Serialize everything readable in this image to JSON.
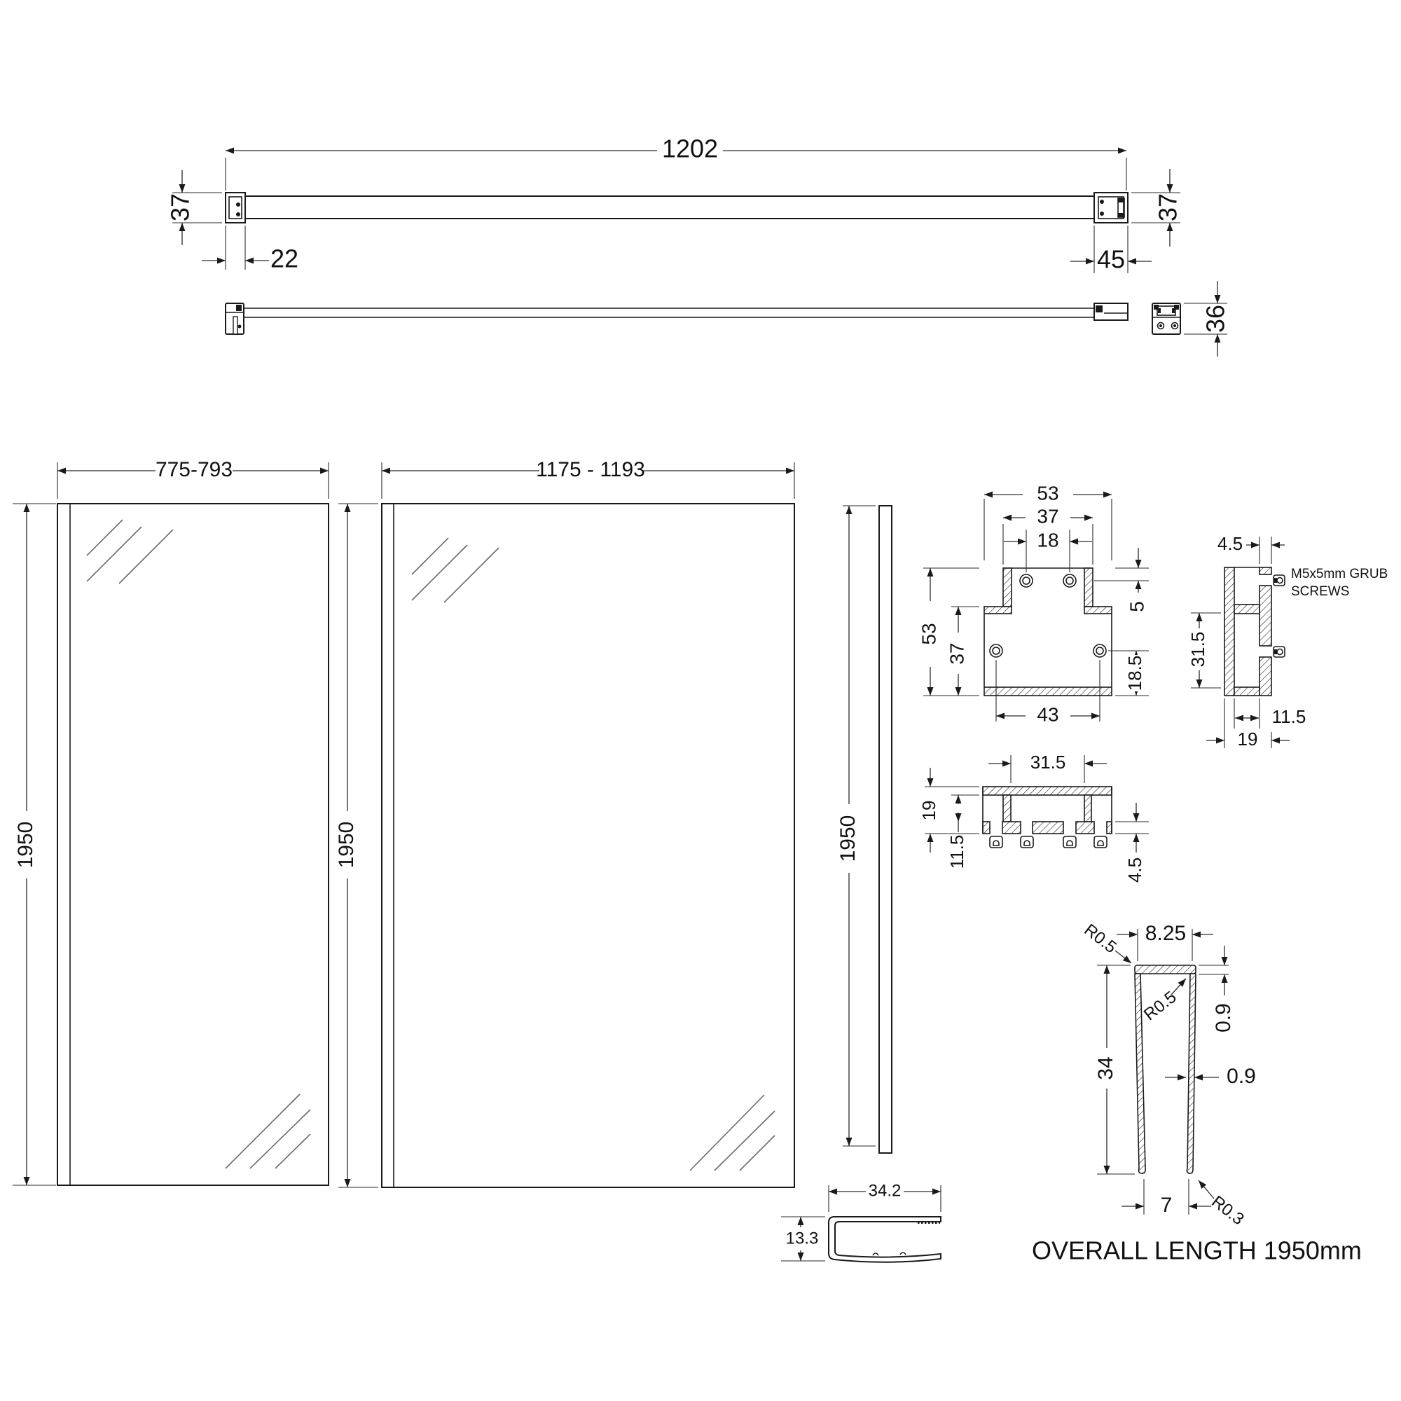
{
  "barTop": {
    "length": "1202",
    "height_left": "37",
    "wall_offset": "22",
    "end_offset": "45",
    "height_right": "37"
  },
  "barSide": {
    "end_height": "36"
  },
  "panel1": {
    "width": "775-793",
    "height": "1950"
  },
  "panel2": {
    "width": "1175 - 1193",
    "height": "1950"
  },
  "strip": {
    "height": "1950"
  },
  "tee": {
    "overall_width": "53",
    "top_width": "37",
    "hole_spacing": "18",
    "wall": "5",
    "overall_height": "53",
    "lower_height": "37",
    "hole_offset": "18.5",
    "hole_span": "43"
  },
  "sideProfile": {
    "wall": "4.5",
    "screw_note_line1": "M5x5mm GRUB",
    "screw_note_line2": "SCREWS",
    "inner_height": "31.5",
    "inner_width": "11.5",
    "width": "19"
  },
  "hProfile": {
    "inner_width": "31.5",
    "height": "19",
    "inner_height": "11.5",
    "wall": "4.5"
  },
  "channel": {
    "width": "34.2",
    "height": "13.3"
  },
  "uChannel": {
    "top_width": "8.25",
    "radius_top": "R0.5",
    "radius_inner": "R0.5",
    "top_thickness": "0.9",
    "wall_thickness": "0.9",
    "height": "34",
    "bottom_width": "7",
    "radius_bottom": "R0.3"
  },
  "footer": {
    "overall": "OVERALL LENGTH 1950mm"
  }
}
